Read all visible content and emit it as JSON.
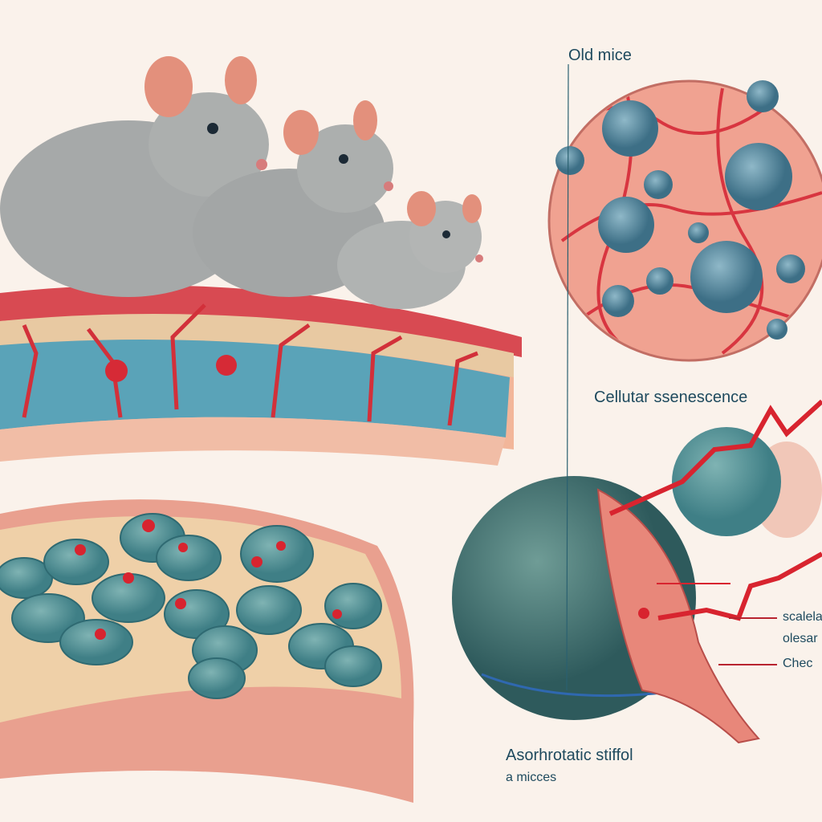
{
  "labels": {
    "old_mice": "Old mice",
    "senescence": "Cellutar ssenescence",
    "right_1": "scalela",
    "right_2": "olesar",
    "right_3": "Chec",
    "bottom_1": "Asorhrotatic stiffol",
    "bottom_2": "a micces"
  },
  "colors": {
    "background": "#faf2eb",
    "vessel_red": "#d9323a",
    "cell_teal": "#4f8f98",
    "mouse_gray": "#a7aaaa",
    "text": "#1e4a5e"
  }
}
